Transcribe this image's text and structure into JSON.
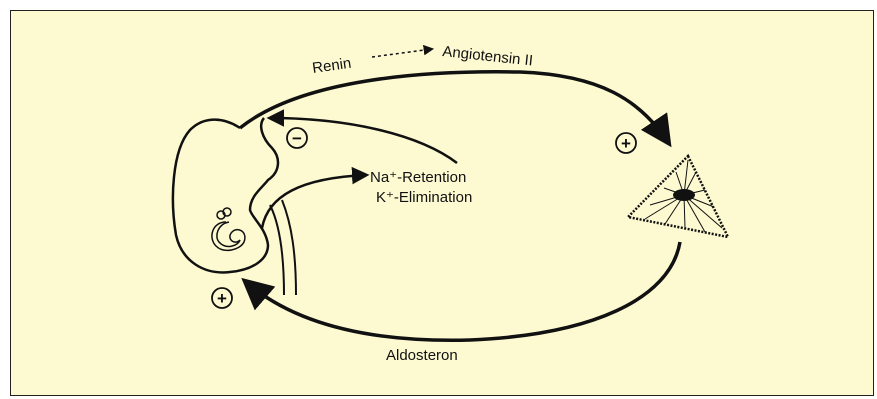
{
  "labels": {
    "renin": "Renin",
    "angiotensin": "Angiotensin II",
    "na_retention": "Na⁺-Retention",
    "k_elimination": "K⁺-Elimination",
    "aldosteron": "Aldosteron"
  },
  "symbols": {
    "plus_adrenal": "+",
    "minus_kidney": "−",
    "plus_kidney": "+"
  }
}
